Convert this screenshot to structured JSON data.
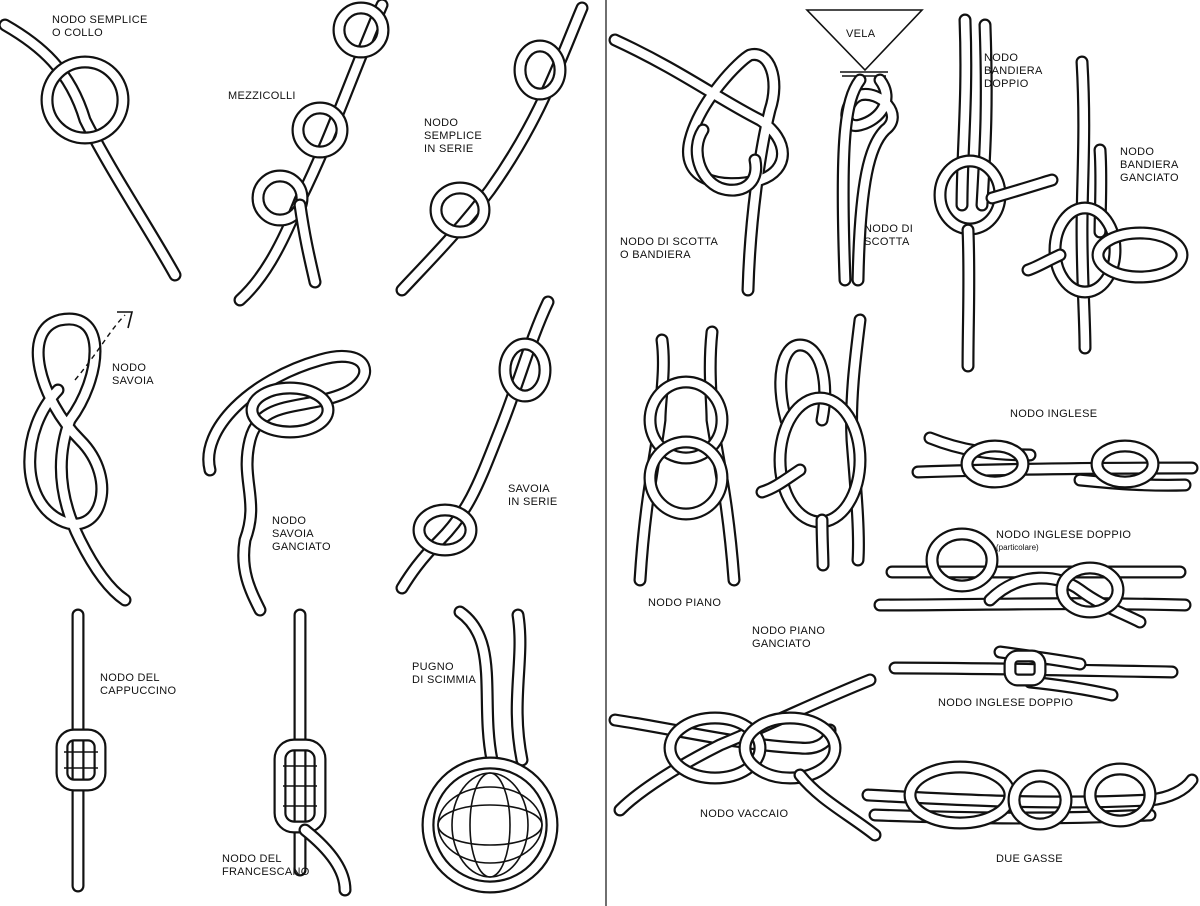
{
  "labels": {
    "nodo_semplice": [
      "NODO SEMPLICE",
      "O COLLO"
    ],
    "mezzicolli": [
      "MEZZICOLLI"
    ],
    "nodo_semplice_serie": [
      "NODO",
      "SEMPLICE",
      "IN SERIE"
    ],
    "nodo_savoia": [
      "NODO",
      "SAVOIA"
    ],
    "nodo_savoia_ganciato": [
      "NODO",
      "SAVOIA",
      "GANCIATO"
    ],
    "savoia_serie": [
      "SAVOIA",
      "IN SERIE"
    ],
    "nodo_cappuccino": [
      "NODO DEL",
      "CAPPUCCINO"
    ],
    "nodo_francescano": [
      "NODO DEL",
      "FRANCESCANO"
    ],
    "pugno_scimmia": [
      "PUGNO",
      "DI SCIMMIA"
    ],
    "nodo_scotta_bandiera": [
      "NODO DI SCOTTA",
      "O BANDIERA"
    ],
    "vela": [
      "VELA"
    ],
    "nodo_scotta": [
      "NODO DI",
      "SCOTTA"
    ],
    "nodo_bandiera_doppio": [
      "NODO",
      "BANDIERA",
      "DOPPIO"
    ],
    "nodo_bandiera_ganciato": [
      "NODO",
      "BANDIERA",
      "GANCIATO"
    ],
    "nodo_piano": [
      "NODO PIANO"
    ],
    "nodo_piano_ganciato": [
      "NODO PIANO",
      "GANCIATO"
    ],
    "nodo_inglese": [
      "NODO INGLESE"
    ],
    "nodo_inglese_doppio_particolare": [
      "NODO INGLESE DOPPIO"
    ],
    "particolare": [
      "(particolare)"
    ],
    "nodo_inglese_doppio": [
      "NODO INGLESE DOPPIO"
    ],
    "nodo_vaccaio": [
      "NODO VACCAIO"
    ],
    "due_gasse": [
      "DUE GASSE"
    ]
  }
}
